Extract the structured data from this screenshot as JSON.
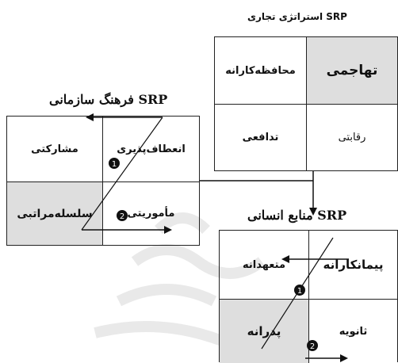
{
  "trade_strategy": {
    "title": "SRP استراتژی تجاری",
    "cells": {
      "top_right": "تهاجمی",
      "top_left": "محافظه‌کارانه",
      "bottom_right": "رقابتی",
      "bottom_left": "تدافعی"
    }
  },
  "org_culture": {
    "title": "SRP فرهنگ سازمانی",
    "cells": {
      "top_right": "انعطاف‌پذیری",
      "top_left": "مشارکتی",
      "bottom_right": "مأموریتی",
      "bottom_left": "سلسله‌مراتبی"
    },
    "markers": [
      "1",
      "2"
    ]
  },
  "hr": {
    "title": "SRP منابع انسانی",
    "cells": {
      "top_right": "پیمانکارانه",
      "top_left": "متعهدانه",
      "bottom_right": "ثانویه",
      "bottom_left": "پدرانه"
    },
    "markers": [
      "1",
      "2"
    ]
  },
  "colors": {
    "shade": "#dedede",
    "line": "#222222"
  }
}
